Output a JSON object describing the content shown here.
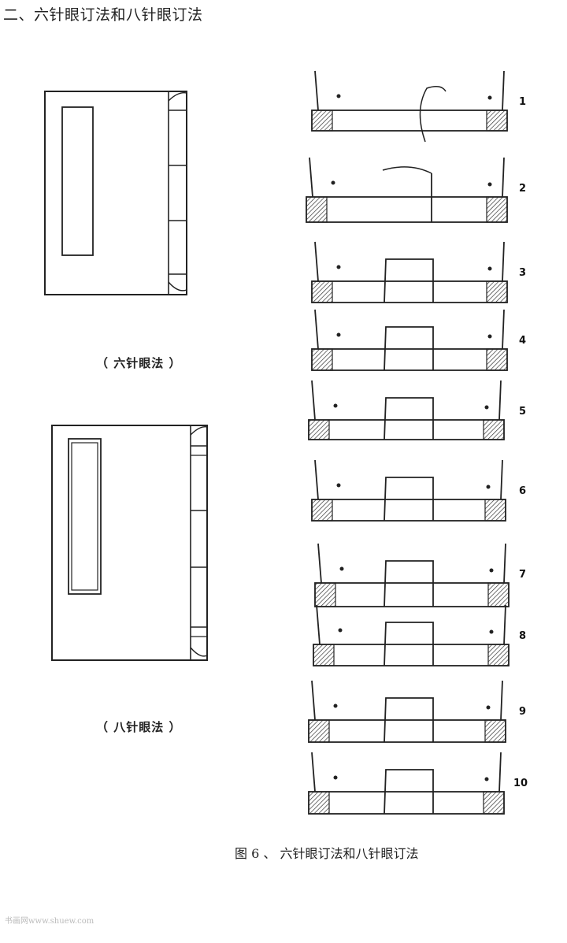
{
  "heading": "二、六针眼订法和八针眼订法",
  "captions": {
    "six": "（ 六针眼法 ）",
    "eight": "（ 八针眼法 ）"
  },
  "figure_caption": "图 6 、 六针眼订法和八针眼订法",
  "steps": [
    "1",
    "2",
    "3",
    "4",
    "5",
    "6",
    "7",
    "8",
    "9",
    "10"
  ],
  "watermark": "书画网www.shuew.com"
}
